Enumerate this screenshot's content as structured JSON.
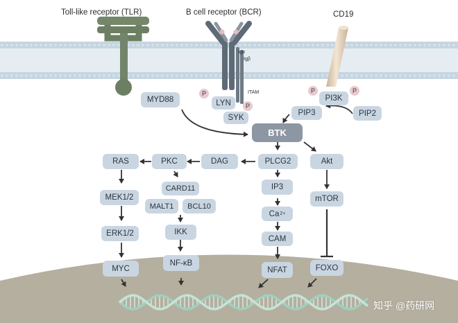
{
  "receptors": {
    "tlr": "Toll-like receptor (TLR)",
    "bcr": "B cell receptor (BCR)",
    "cd19": "CD19",
    "ig_alpha": "Igα",
    "ig_beta": "Igβ",
    "itam": "ITAM"
  },
  "phospho_label": "P",
  "nodes": {
    "myd88": "MYD88",
    "lyn": "LYN",
    "syk": "SYK",
    "pi3k": "PI3K",
    "pip3": "PIP3",
    "pip2": "PIP2",
    "btk": "BTK",
    "ras": "RAS",
    "pkc": "PKC",
    "dag": "DAG",
    "plcg2": "PLCG2",
    "akt": "Akt",
    "card11": "CARD11",
    "malt1": "MALT1",
    "bcl10": "BCL10",
    "ip3": "IP3",
    "mtor": "mTOR",
    "mek": "MEK1/2",
    "erk": "ERK1/2",
    "ikk": "IKK",
    "ca_base": "Ca",
    "ca_sup": "2+",
    "cam": "CAM",
    "myc": "MYC",
    "nfkb": "NF-κB",
    "nfat": "NFAT",
    "foxo": "FOXO"
  },
  "watermark": "知乎 @药研网",
  "colors": {
    "membrane_head": "#cfdde6",
    "tlr": "#6d7f62",
    "bcr": "#5e6b76",
    "cd19": "#e6d2b8",
    "node_fill": "#c9d6e2",
    "btk_fill": "#8d97a3",
    "nucleus": "#b0aa9b",
    "dna": "#a9d4c4"
  }
}
